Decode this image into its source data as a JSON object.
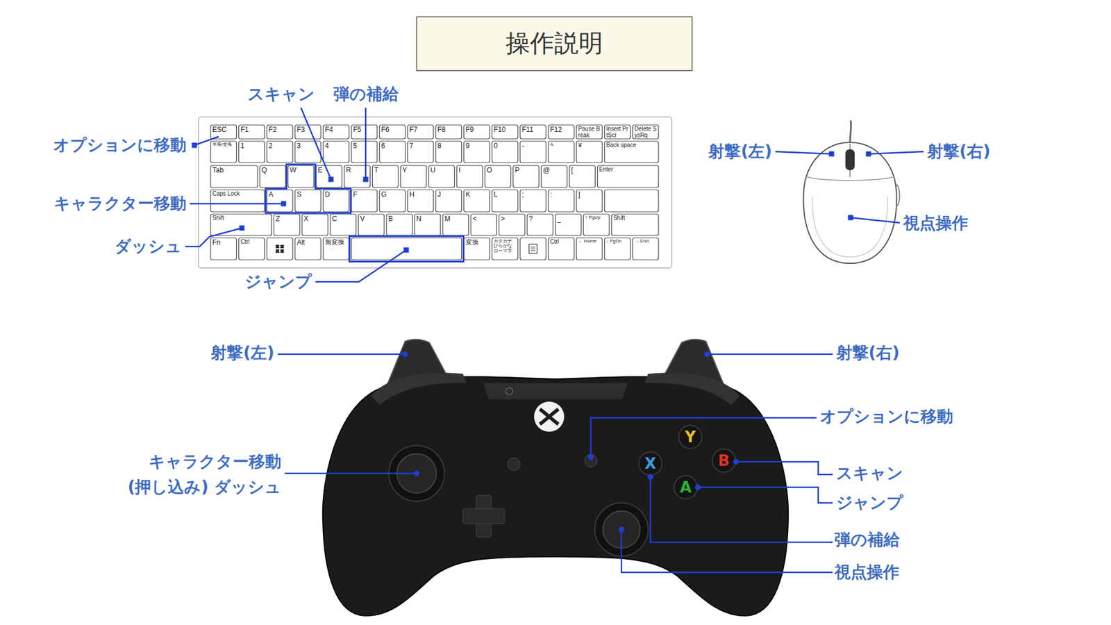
{
  "diagram": {
    "title": "操作説明",
    "labels": [
      "スキャン",
      "弾の補給",
      "オプションに移動",
      "キャラクター移動",
      "ダッシュ",
      "ジャンプ",
      "射撃(左)",
      "射撃(右)",
      "視点操作",
      "射撃(左)",
      "射撃(右)",
      "オプションに移動",
      "キャラクター移動",
      "(押し込み) ダッシュ",
      "スキャン",
      "ジャンプ",
      "弾の補給",
      "視点操作",
      "ESC",
      "F1",
      "F2",
      "F3",
      "F4",
      "F5",
      "F6",
      "F7",
      "F8",
      "F9",
      "F10",
      "F11",
      "F12",
      "Pause Break",
      "Insert PrtScr",
      "Delete SysRq",
      "半角/全角",
      "1",
      "2",
      "3",
      "4",
      "5",
      "6",
      "7",
      "8",
      "9",
      "0",
      "-",
      "^",
      "¥",
      "Back space",
      "Tab",
      "Q",
      "W",
      "E",
      "R",
      "T",
      "Y",
      "U",
      "I",
      "O",
      "P",
      "@",
      "[",
      "Enter",
      "Caps Lock",
      "A",
      "S",
      "D",
      "F",
      "G",
      "H",
      "J",
      "K",
      "L",
      ";",
      ":",
      "]",
      "Shift",
      "Z",
      "X",
      "C",
      "V",
      "B",
      "N",
      "M",
      "<",
      ">",
      "?",
      "_",
      "↑ PgUp",
      "Shift",
      "Fn",
      "Ctrl",
      "Alt",
      "無変換",
      "変換",
      "カタカナ ひらがな ローマ字",
      "Ctrl",
      "← Home",
      "↓ PgDn",
      "→ End",
      "Y",
      "X",
      "B",
      "A"
    ]
  }
}
